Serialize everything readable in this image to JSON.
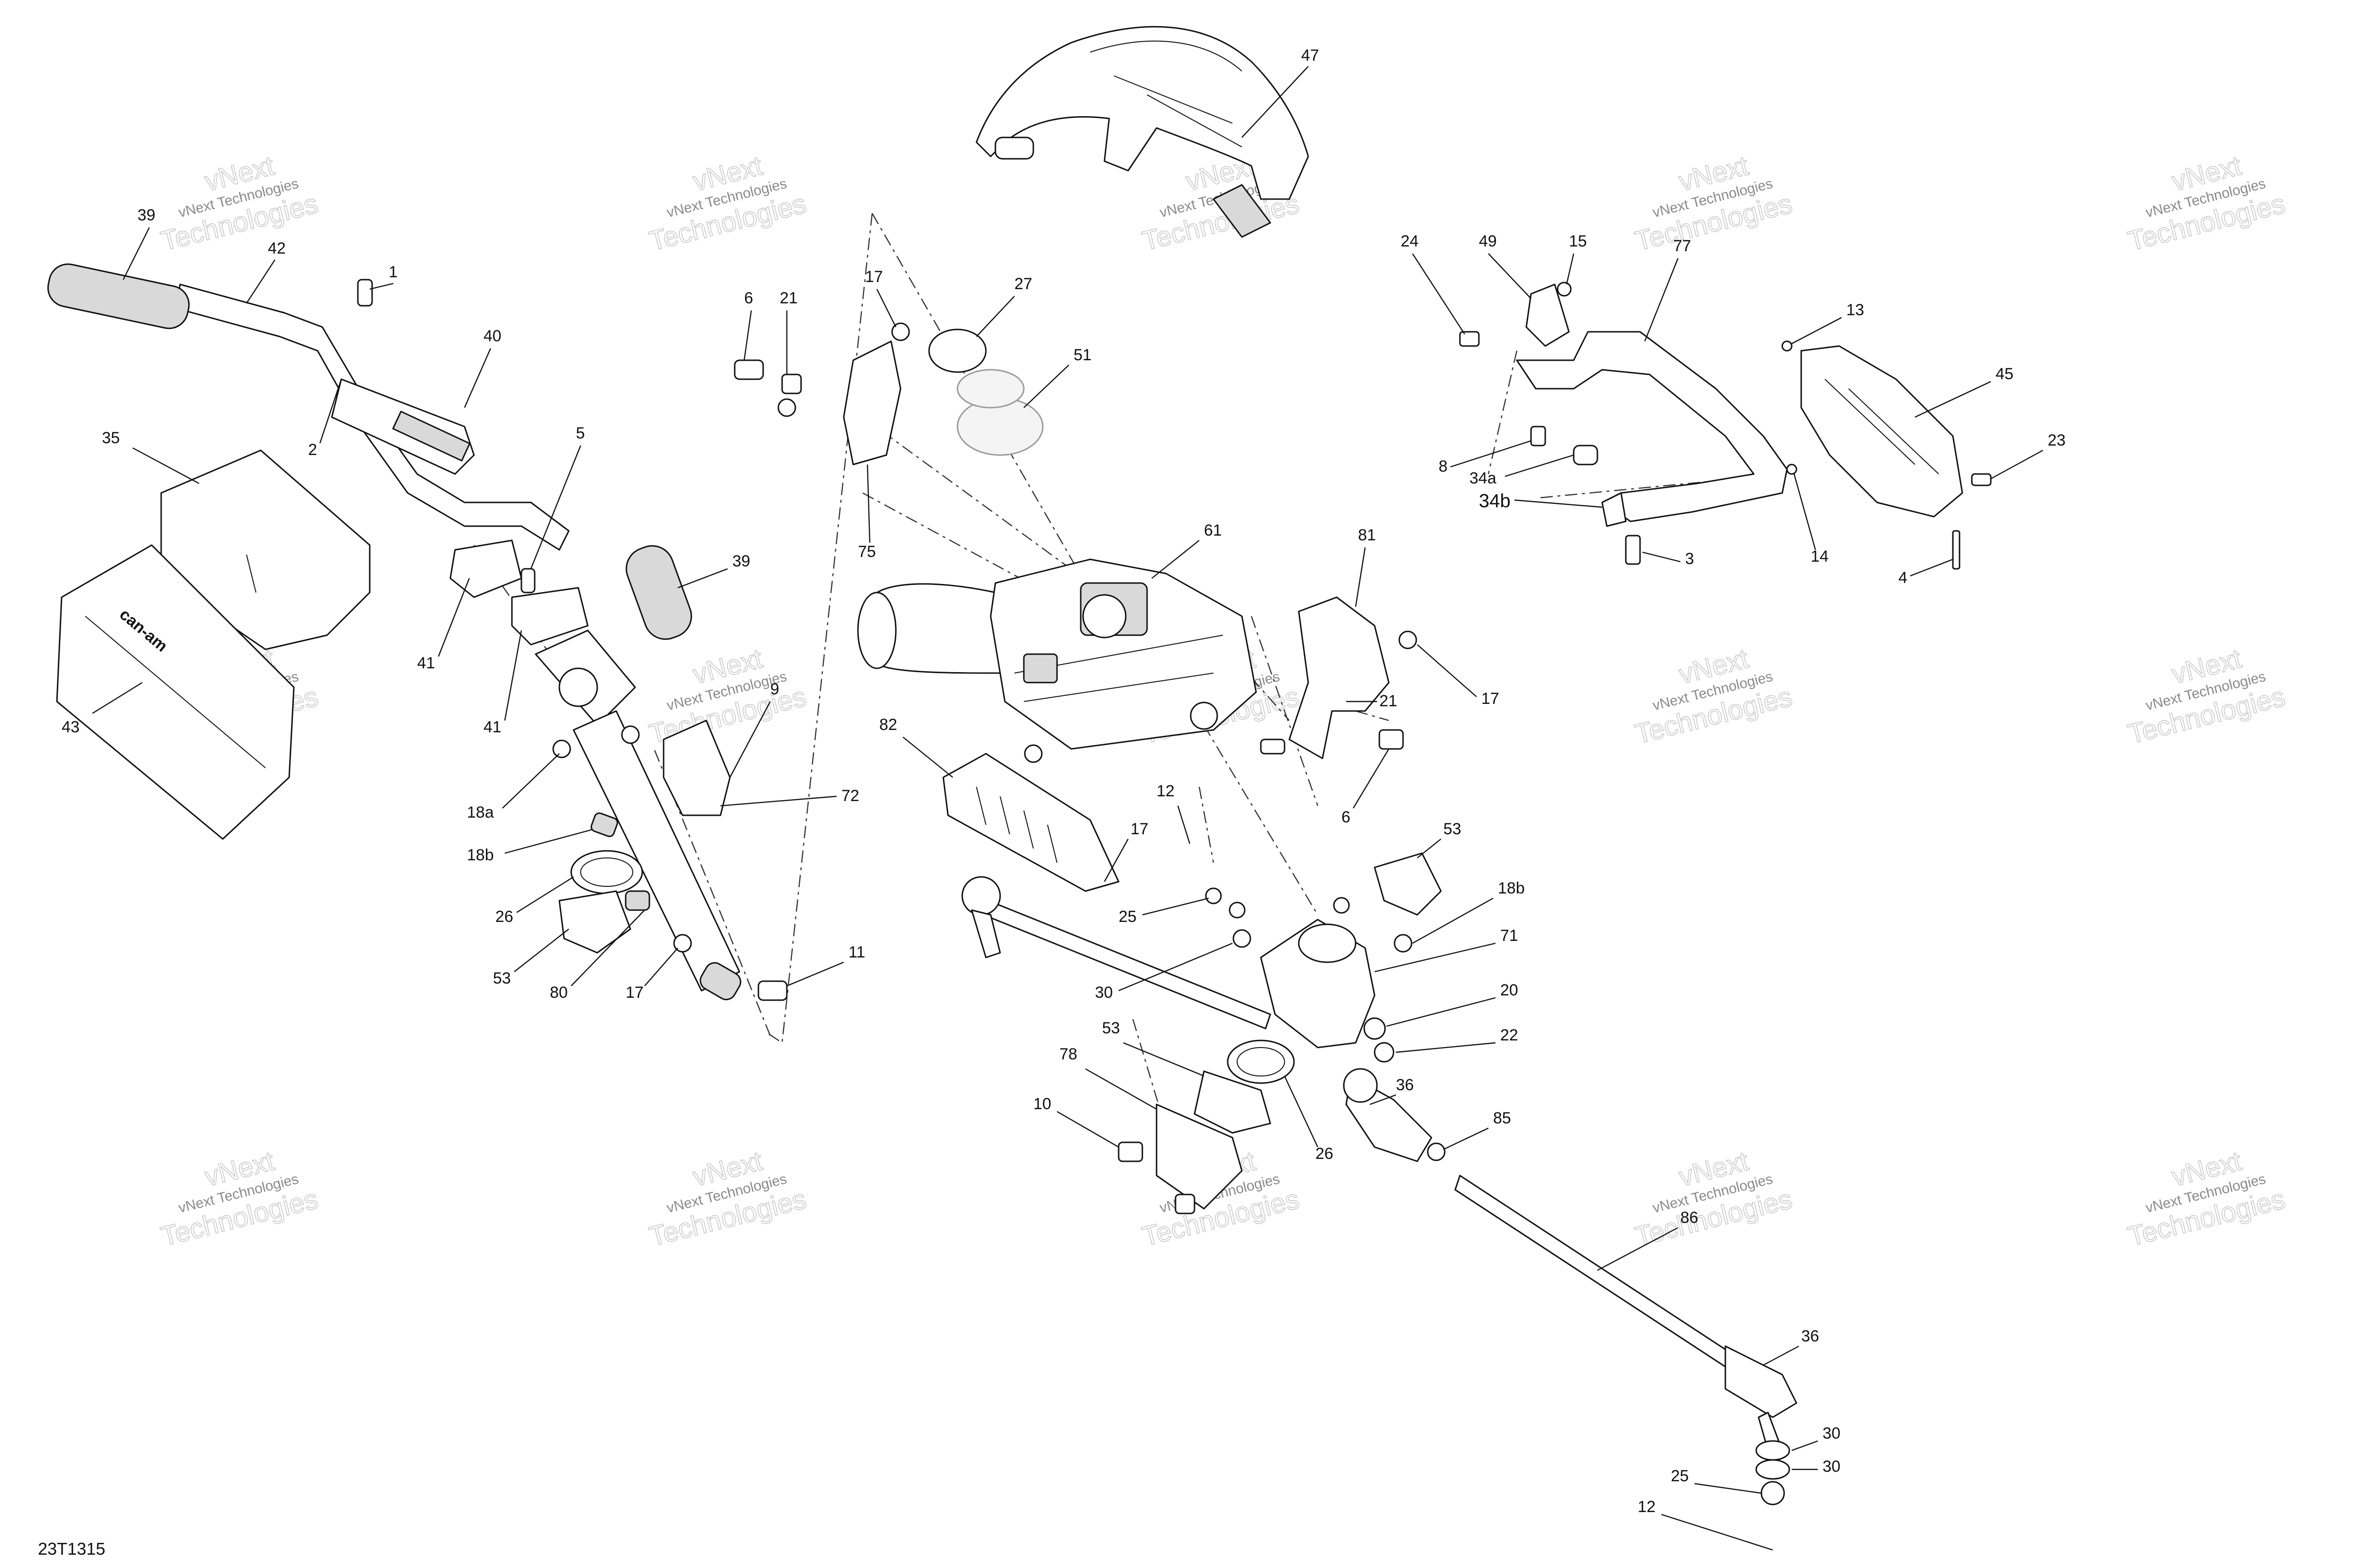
{
  "diagram_id": "23T1315",
  "watermark": {
    "line1": "vNext Technologies",
    "line2_a": "vNext",
    "line2_b": "Technologies"
  },
  "cover_logo": "can-am",
  "colors": {
    "ink": "#111111",
    "paper": "#ffffff",
    "watermark": "#8a8a8a"
  },
  "callouts": [
    {
      "id": "c47",
      "label": "47"
    },
    {
      "id": "c39a",
      "label": "39"
    },
    {
      "id": "c42",
      "label": "42"
    },
    {
      "id": "c1",
      "label": "1"
    },
    {
      "id": "c40",
      "label": "40"
    },
    {
      "id": "c2",
      "label": "2"
    },
    {
      "id": "c35",
      "label": "35"
    },
    {
      "id": "c43",
      "label": "43"
    },
    {
      "id": "c5",
      "label": "5"
    },
    {
      "id": "c39b",
      "label": "39"
    },
    {
      "id": "c41a",
      "label": "41"
    },
    {
      "id": "c41b",
      "label": "41"
    },
    {
      "id": "c9",
      "label": "9"
    },
    {
      "id": "c18a",
      "label": "18a"
    },
    {
      "id": "c72",
      "label": "72"
    },
    {
      "id": "c18b_l",
      "label": "18b"
    },
    {
      "id": "c26_l",
      "label": "26"
    },
    {
      "id": "c53_l",
      "label": "53"
    },
    {
      "id": "c80",
      "label": "80"
    },
    {
      "id": "c17_l",
      "label": "17"
    },
    {
      "id": "c11",
      "label": "11"
    },
    {
      "id": "c6_t",
      "label": "6"
    },
    {
      "id": "c21_t",
      "label": "21"
    },
    {
      "id": "c17_t",
      "label": "17"
    },
    {
      "id": "c27",
      "label": "27"
    },
    {
      "id": "c51",
      "label": "51"
    },
    {
      "id": "c75",
      "label": "75"
    },
    {
      "id": "c61",
      "label": "61"
    },
    {
      "id": "c81",
      "label": "81"
    },
    {
      "id": "c21_r",
      "label": "21"
    },
    {
      "id": "c17_r",
      "label": "17"
    },
    {
      "id": "c6_r",
      "label": "6"
    },
    {
      "id": "c82",
      "label": "82"
    },
    {
      "id": "c17_m",
      "label": "17"
    },
    {
      "id": "c12_m",
      "label": "12"
    },
    {
      "id": "c53_r",
      "label": "53"
    },
    {
      "id": "c25_m",
      "label": "25"
    },
    {
      "id": "c18b_r",
      "label": "18b"
    },
    {
      "id": "c71",
      "label": "71"
    },
    {
      "id": "c30_m",
      "label": "30"
    },
    {
      "id": "c20",
      "label": "20"
    },
    {
      "id": "c22",
      "label": "22"
    },
    {
      "id": "c78",
      "label": "78"
    },
    {
      "id": "c53_b",
      "label": "53"
    },
    {
      "id": "c36_m",
      "label": "36"
    },
    {
      "id": "c10",
      "label": "10"
    },
    {
      "id": "c85",
      "label": "85"
    },
    {
      "id": "c26_b",
      "label": "26"
    },
    {
      "id": "c86",
      "label": "86"
    },
    {
      "id": "c36_b",
      "label": "36"
    },
    {
      "id": "c30_b1",
      "label": "30"
    },
    {
      "id": "c30_b2",
      "label": "30"
    },
    {
      "id": "c25_b",
      "label": "25"
    },
    {
      "id": "c12_b",
      "label": "12"
    },
    {
      "id": "c24",
      "label": "24"
    },
    {
      "id": "c49",
      "label": "49"
    },
    {
      "id": "c15",
      "label": "15"
    },
    {
      "id": "c77",
      "label": "77"
    },
    {
      "id": "c13",
      "label": "13"
    },
    {
      "id": "c45",
      "label": "45"
    },
    {
      "id": "c8",
      "label": "8"
    },
    {
      "id": "c34a",
      "label": "34a"
    },
    {
      "id": "c34b",
      "label": "34b"
    },
    {
      "id": "c23",
      "label": "23"
    },
    {
      "id": "c14",
      "label": "14"
    },
    {
      "id": "c3",
      "label": "3"
    },
    {
      "id": "c4",
      "label": "4"
    }
  ]
}
